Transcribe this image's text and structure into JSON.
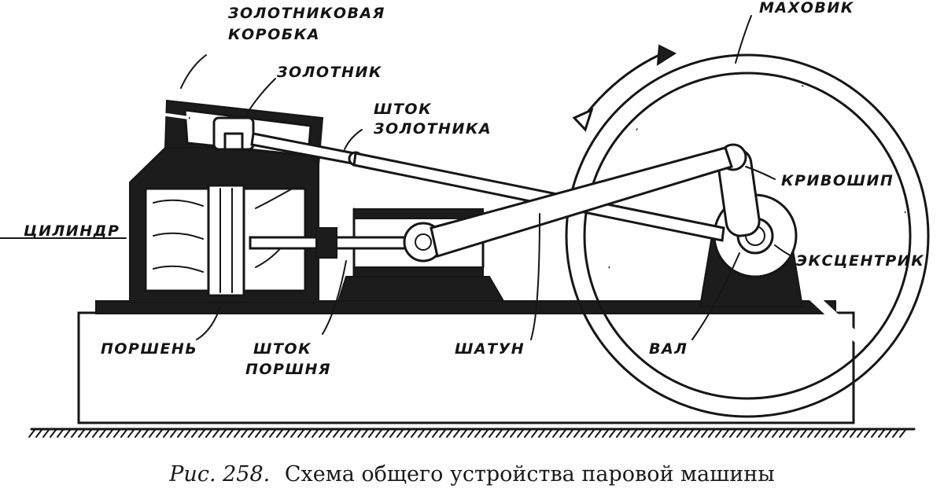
{
  "labels": {
    "valve_box": [
      "ЗОЛОТНИКОВАЯ",
      "КОРОБКА"
    ],
    "valve": "ЗОЛОТНИК",
    "valve_rod": [
      "ШТОК",
      "ЗОЛОТНИКА"
    ],
    "flywheel": "МАХОВИК",
    "crank": "КРИВОШИП",
    "cylinder": "ЦИЛИНДР",
    "eccentric": "ЭКСЦЕНТРИК",
    "piston": "ПОРШЕНЬ",
    "piston_rod": [
      "ШТОК",
      "ПОРШНЯ"
    ],
    "connecting_rod": "ШАТУН",
    "shaft": "ВАЛ"
  },
  "caption": {
    "prefix": "Рис. 258.",
    "text": "Схема общего устройства паровой машины"
  }
}
